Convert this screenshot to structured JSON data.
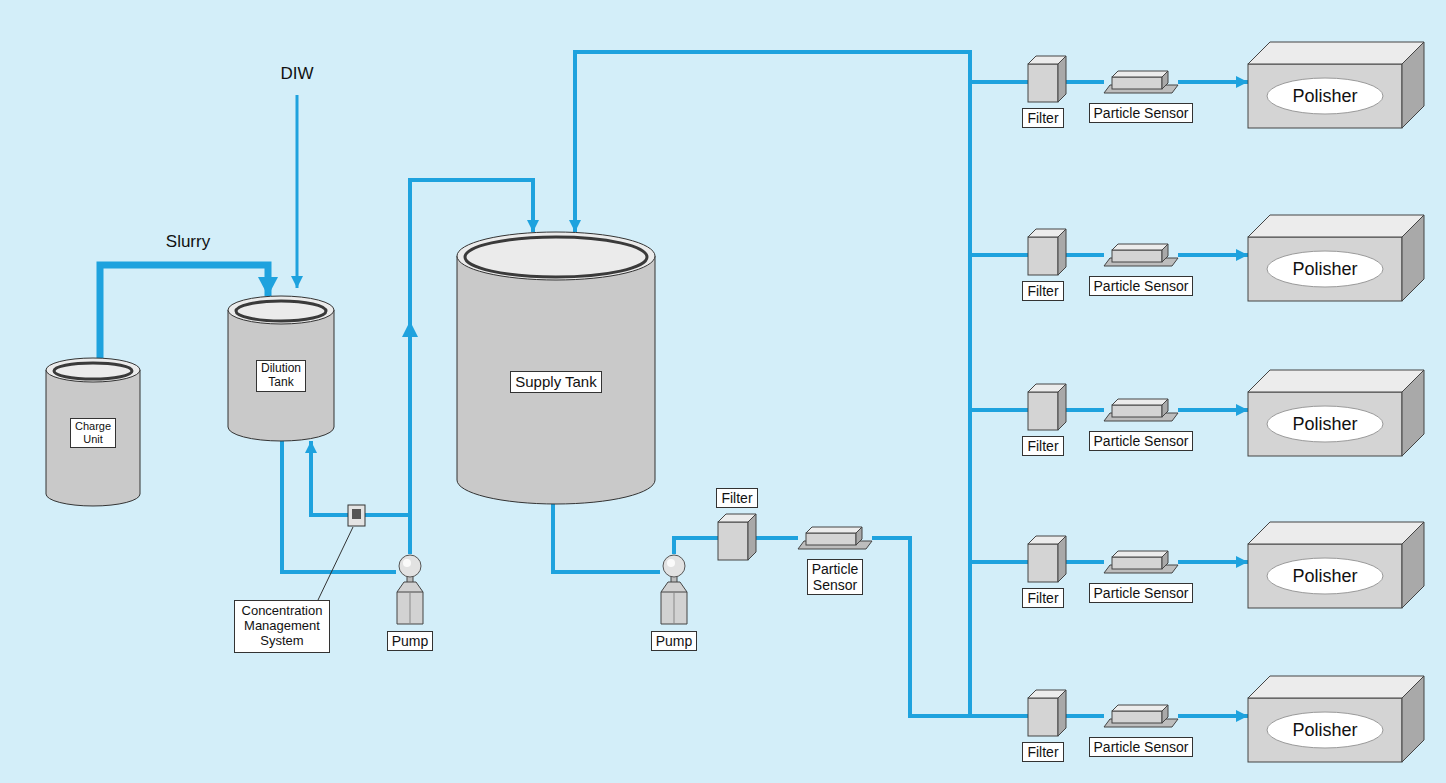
{
  "diagram": {
    "nodes": [
      {
        "text": [
          "Charge Unit"
        ]
      },
      {
        "text": [
          "Dilution Tank"
        ]
      },
      {
        "text": [
          "Supply Tank"
        ]
      },
      {
        "text": [
          "Concentration Management System"
        ]
      },
      {
        "text": [
          "Pump"
        ]
      },
      {
        "text": [
          "Pump"
        ]
      },
      {
        "text": [
          "Filter"
        ]
      },
      {
        "text": [
          "Particle Sensor"
        ]
      },
      {
        "text": [
          "Filter"
        ]
      },
      {
        "text": [
          "Filter"
        ]
      },
      {
        "text": [
          "Filter"
        ]
      },
      {
        "text": [
          "Filter"
        ]
      },
      {
        "text": [
          "Filter"
        ]
      },
      {
        "text": [
          "Particle Sensor"
        ]
      },
      {
        "text": [
          "Particle Sensor"
        ]
      },
      {
        "text": [
          "Particle Sensor"
        ]
      },
      {
        "text": [
          "Particle Sensor"
        ]
      },
      {
        "text": [
          "Particle Sensor"
        ]
      },
      {
        "text": [
          "Polisher"
        ]
      },
      {
        "text": [
          "Polisher"
        ]
      },
      {
        "text": [
          "Polisher"
        ]
      },
      {
        "text": [
          "Polisher"
        ]
      },
      {
        "text": [
          "Polisher"
        ]
      }
    ],
    "edges": [
      {
        "from": 0,
        "to": 1,
        "label": "Slurry",
        "arrow": "to"
      },
      {
        "from": 1,
        "to": 4,
        "arrow": "none"
      },
      {
        "from": 4,
        "to": 2,
        "arrow": "to"
      },
      {
        "from": 4,
        "to": 1,
        "arrow": "to"
      },
      {
        "from": 2,
        "to": 5,
        "arrow": "none"
      },
      {
        "from": 5,
        "to": 6,
        "arrow": "none"
      },
      {
        "from": 6,
        "to": 7,
        "arrow": "none"
      },
      {
        "from": 7,
        "to": 2,
        "arrow": "to"
      },
      {
        "from": 7,
        "to": 8,
        "arrow": "none"
      },
      {
        "from": 7,
        "to": 9,
        "arrow": "none"
      },
      {
        "from": 7,
        "to": 10,
        "arrow": "none"
      },
      {
        "from": 7,
        "to": 11,
        "arrow": "none"
      },
      {
        "from": 7,
        "to": 12,
        "arrow": "none"
      },
      {
        "from": 8,
        "to": 13,
        "arrow": "none"
      },
      {
        "from": 9,
        "to": 14,
        "arrow": "none"
      },
      {
        "from": 10,
        "to": 15,
        "arrow": "none"
      },
      {
        "from": 11,
        "to": 16,
        "arrow": "none"
      },
      {
        "from": 12,
        "to": 17,
        "arrow": "none"
      },
      {
        "from": 13,
        "to": 18,
        "arrow": "to"
      },
      {
        "from": 14,
        "to": 19,
        "arrow": "to"
      },
      {
        "from": 15,
        "to": 20,
        "arrow": "to"
      },
      {
        "from": 16,
        "to": 21,
        "arrow": "to"
      },
      {
        "from": 17,
        "to": 22,
        "arrow": "to"
      }
    ],
    "labels": [
      "DIW"
    ]
  }
}
